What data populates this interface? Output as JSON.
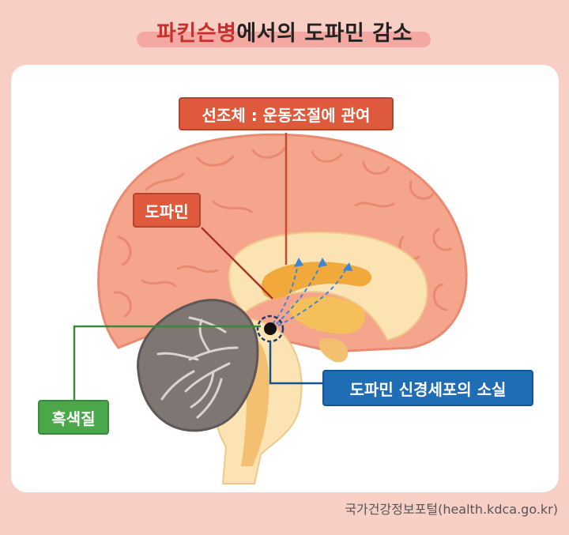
{
  "title": {
    "accent": "파킨슨병",
    "rest": "에서의 도파민 감소"
  },
  "labels": {
    "striatum": "선조체 : 운동조절에 관여",
    "dopamine": "도파민",
    "neuron_loss": "도파민 신경세포의 소실",
    "substantia_nigra": "흑색질"
  },
  "source": "국가건강정보포털(health.kdca.go.kr)",
  "colors": {
    "background": "#f8cfc5",
    "label_red": "#df5a3d",
    "label_blue": "#1f6db5",
    "label_green": "#4aa84b",
    "brain": "#f6a58d",
    "cerebellum": "#7d7673"
  }
}
